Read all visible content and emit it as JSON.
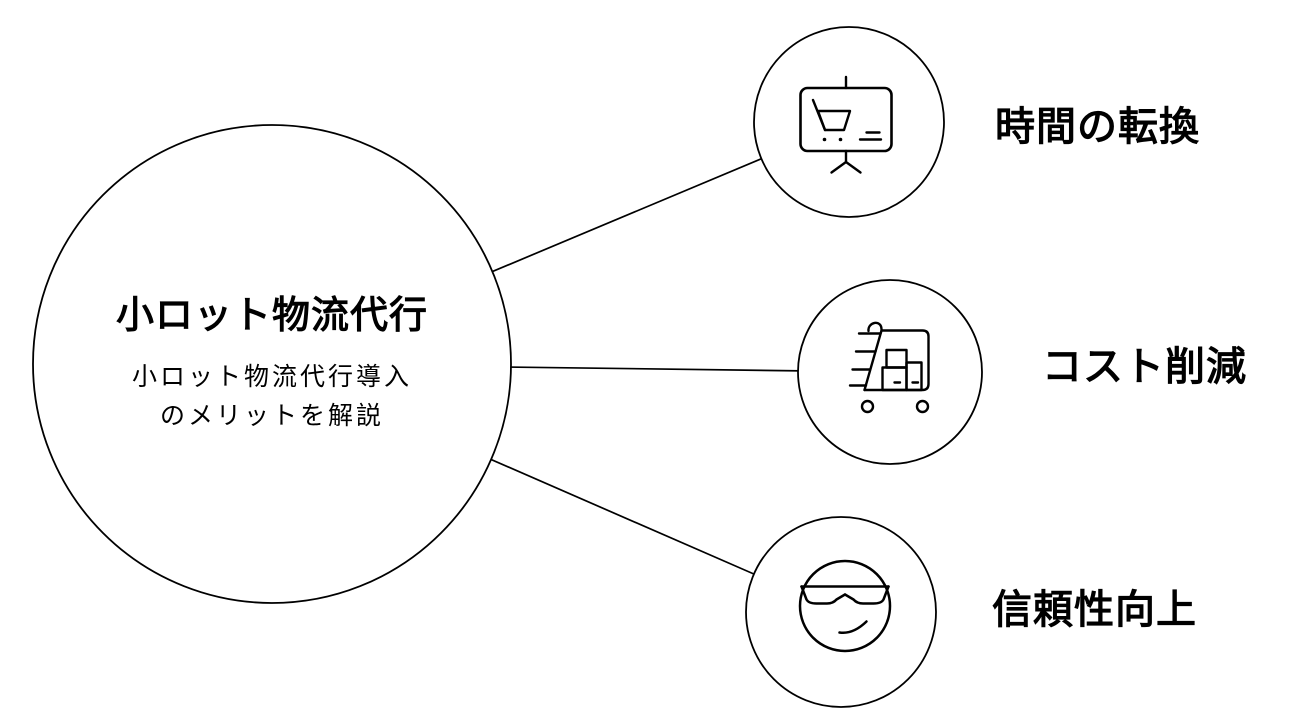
{
  "diagram": {
    "center": {
      "title": "小ロット物流代行",
      "subtitle": "小ロット物流代行導入\nのメリットを解説"
    },
    "nodes": [
      {
        "label": "時間の転換",
        "icon": "presentation-cart-icon"
      },
      {
        "label": "コスト削減",
        "icon": "hand-truck-icon"
      },
      {
        "label": "信頼性向上",
        "icon": "cool-face-icon"
      }
    ],
    "colors": {
      "stroke": "#000000",
      "background": "#ffffff",
      "text": "#000000"
    }
  }
}
